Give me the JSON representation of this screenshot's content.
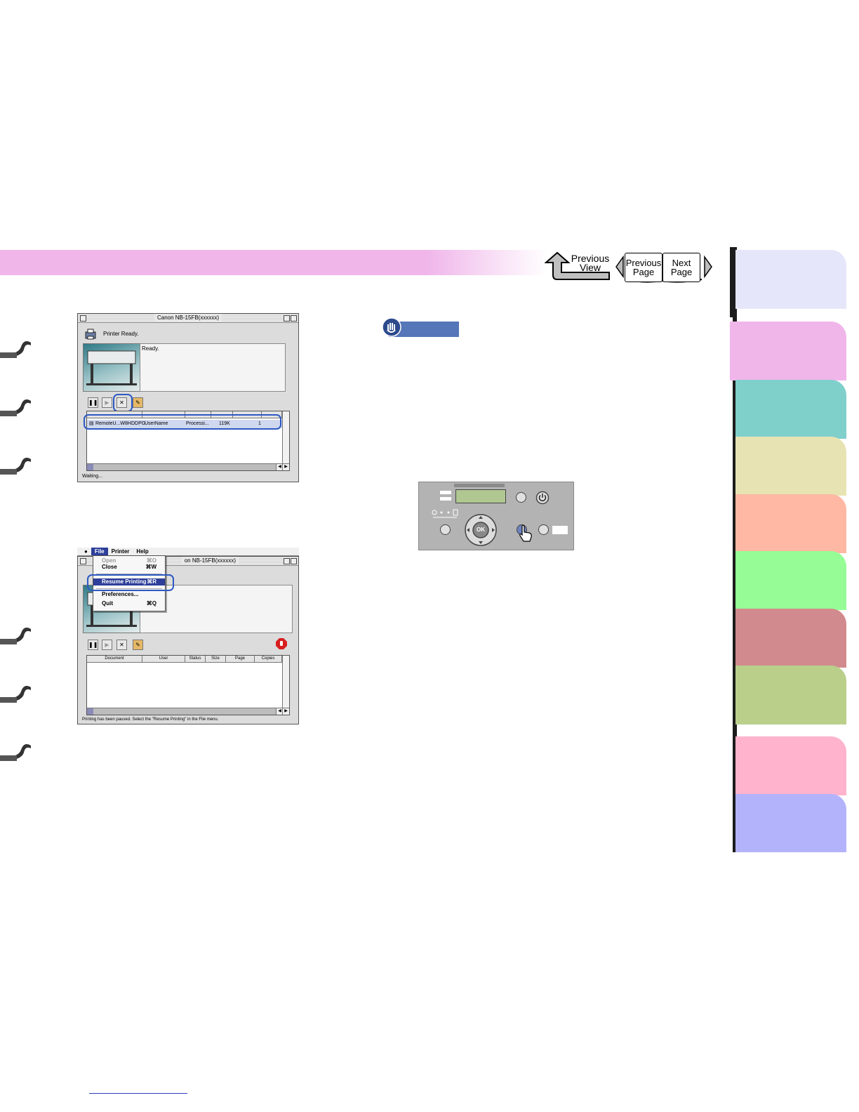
{
  "nav": {
    "previous_view": "Previous View",
    "previous_page": "Previous Page",
    "next_page": "Next Page"
  },
  "colors": {
    "header_band": "#f0b6ea",
    "tabs": [
      "#e6e6fa",
      "#f0b6ea",
      "#7fcfcb",
      "#e8e3b2",
      "#ffb8a3",
      "#96fd96",
      "#d18a8d",
      "#b9cf8a",
      "#ffb3cc",
      "#b3b3fb"
    ],
    "highlight_ring": "#2d59c4",
    "note_badge": "#5576b8"
  },
  "window1": {
    "title": "Canon NB-15FB(xxxxxx)",
    "printer_status": "Printer Ready.",
    "message": "Ready.",
    "job": {
      "document": "RemoteU...W8HDDPG",
      "user": "UserName",
      "status": "Processi...",
      "size": "119K",
      "page": "1"
    },
    "status_bar": "Waiting..."
  },
  "window2": {
    "title": "on NB-15FB(xxxxxx)",
    "menubar": {
      "file": "File",
      "printer": "Printer",
      "help": "Help"
    },
    "menu_items": {
      "open": "Open",
      "open_sc": "⌘O",
      "close": "Close",
      "close_sc": "⌘W",
      "resume": "Resume Printing",
      "resume_sc": "⌘R",
      "preferences": "Preferences...",
      "quit": "Quit",
      "quit_sc": "⌘Q"
    },
    "columns": {
      "document": "Document",
      "user": "User",
      "status": "Status",
      "size": "Size",
      "page": "Page",
      "copies": "Copies"
    },
    "status_bar": "Printing has been paused. Select the \"Resume Printing\" in the File menu."
  },
  "panel": {
    "ok_label": "OK"
  }
}
